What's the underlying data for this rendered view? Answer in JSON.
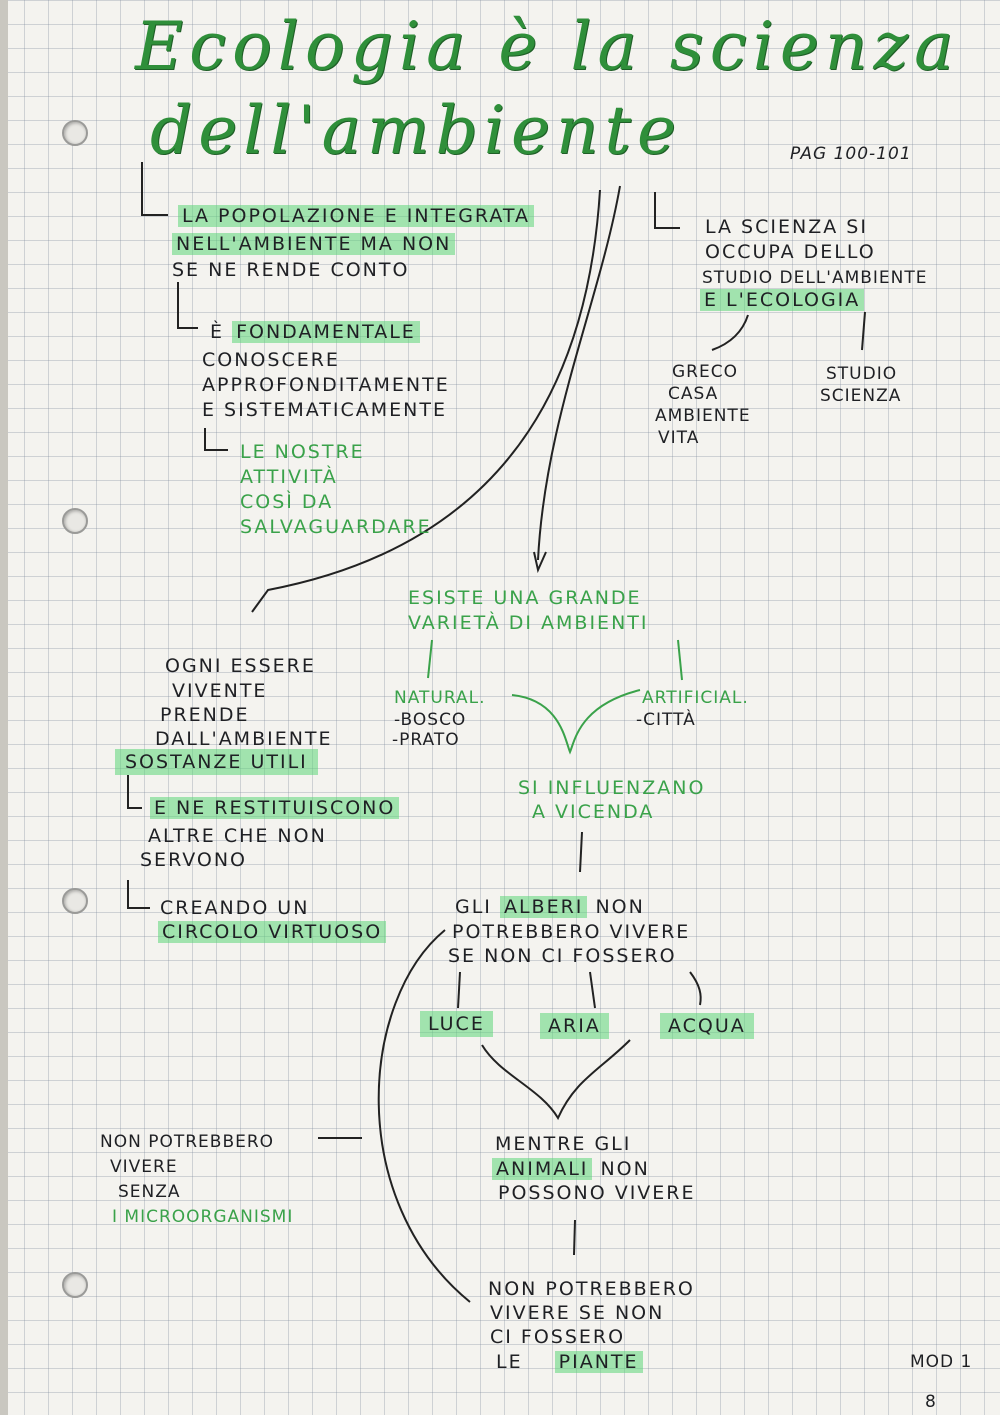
{
  "title": {
    "line1": "Ecologia è la scienza",
    "line2": "dell'ambiente"
  },
  "page_ref": "PAG 100-101",
  "left": {
    "population": [
      "LA POPOLAZIONE E INTEGRATA",
      "NELL'AMBIENTE MA NON",
      "SE NE RENDE CONTO"
    ],
    "fundamental": {
      "e": "È",
      "word": "FONDAMENTALE"
    },
    "know": [
      "CONOSCERE",
      "APPROFONDITAMENTE",
      "E SISTEMATICAMENTE"
    ],
    "activities": [
      "LE NOSTRE",
      "ATTIVITÀ",
      "COSÌ DA",
      "SALVAGUARDARE"
    ]
  },
  "right": {
    "science": [
      "LA SCIENZA SI",
      "OCCUPA DELLO",
      "STUDIO DELL'AMBIENTE",
      "E L'ECOLOGIA"
    ],
    "greek": [
      "GRECO",
      "CASA",
      "AMBIENTE",
      "VITA"
    ],
    "study": [
      "STUDIO",
      "SCIENZA"
    ]
  },
  "living": {
    "lines": [
      "OGNI ESSERE",
      "VIVENTE",
      "PRENDE",
      "DALL'AMBIENTE"
    ],
    "useful": "SOSTANZE UTILI",
    "give_back": "E NE RESTITUISCONO",
    "others": [
      "ALTRE CHE NON",
      "SERVONO"
    ],
    "creating": "CREANDO UN",
    "circle": "CIRCOLO VIRTUOSO"
  },
  "environments": {
    "heading": [
      "ESISTE UNA GRANDE",
      "VARIETÀ DI AMBIENTI"
    ],
    "natural": "NATURAL.",
    "natural_items": [
      "-BOSCO",
      "-PRATO"
    ],
    "artificial": "ARTIFICIAL.",
    "artificial_items": [
      "-CITTÀ"
    ],
    "influence": [
      "SI INFLUENZANO",
      "A VICENDA"
    ]
  },
  "trees": {
    "line1_pre": "GLI",
    "line1_hl": "ALBERI",
    "line1_post": "NON",
    "line2": "POTREBBERO VIVERE",
    "line3": "SE NON CI FOSSERO",
    "items": [
      "LUCE",
      "ARIA",
      "ACQUA"
    ]
  },
  "animals": {
    "line1": "MENTRE GLI",
    "hl": "ANIMALI",
    "after": "NON",
    "line3": "POSSONO VIVERE"
  },
  "micro": {
    "lines": [
      "NON POTREBBERO",
      "VIVERE",
      "SENZA"
    ],
    "last": "I MICROORGANISMI"
  },
  "plants": {
    "lines": [
      "NON POTREBBERO",
      "VIVERE SE NON",
      "CI FOSSERO"
    ],
    "le": "LE",
    "hl": "PIANTE"
  },
  "footer": {
    "mod": "MOD 1",
    "page": "8"
  }
}
